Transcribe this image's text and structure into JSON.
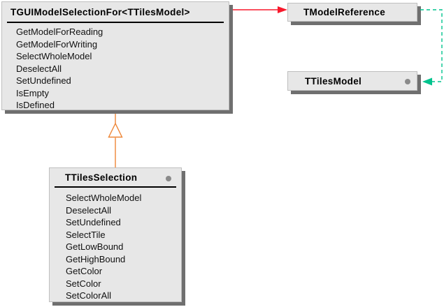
{
  "colors": {
    "red": "#f8192c",
    "teal": "#00c38d",
    "orange": "#ee8535",
    "boxFill": "#e7e7e7",
    "boxBorder": "#bfbfbf",
    "shadow": "#6f6f6f",
    "dot": "#8a8a8a",
    "separator": "#000000"
  },
  "classes": {
    "guiModelSelection": {
      "title": "TGUIModelSelectionFor<TTilesModel>",
      "methods": [
        "GetModelForReading",
        "GetModelForWriting",
        "SelectWholeModel",
        "DeselectAll",
        "SetUndefined",
        "IsEmpty",
        "IsDefined"
      ]
    },
    "modelReference": {
      "title": "TModelReference"
    },
    "tilesModel": {
      "title": "TTilesModel",
      "interface_dot_icon": "interface-dot"
    },
    "tilesSelection": {
      "title": "TTilesSelection",
      "interface_dot_icon": "interface-dot",
      "methods": [
        "SelectWholeModel",
        "DeselectAll",
        "SetUndefined",
        "SelectTile",
        "GetLowBound",
        "GetHighBound",
        "GetColor",
        "SetColor",
        "SetColorAll"
      ]
    }
  },
  "connectors": {
    "reference": {
      "style": "solid-arrow",
      "from": "TGUIModelSelectionFor<TTilesModel>",
      "to": "TModelReference"
    },
    "dashedUse": {
      "style": "dashed-arrow",
      "from": "TModelReference",
      "to": "TTilesModel"
    },
    "generalization": {
      "style": "hollow-triangle",
      "from": "TTilesSelection",
      "to": "TGUIModelSelectionFor<TTilesModel>"
    }
  }
}
